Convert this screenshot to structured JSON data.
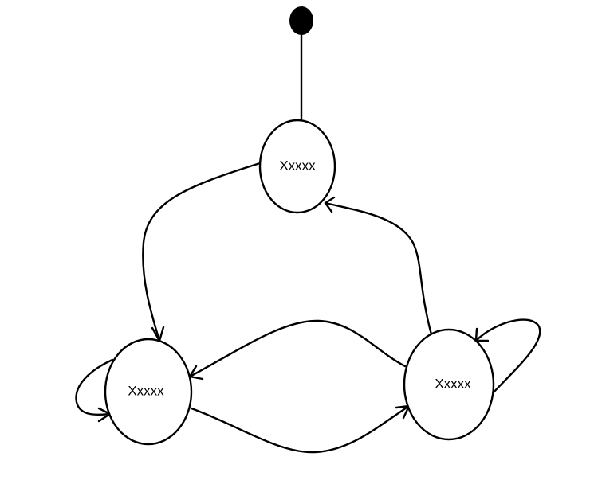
{
  "colors": {
    "stroke": "#000000",
    "background": "#ffffff",
    "start_fill": "#000000"
  },
  "diagram": {
    "kind": "state-machine",
    "start": {
      "label": ""
    },
    "states": [
      {
        "id": "top",
        "label": "Xxxxx"
      },
      {
        "id": "left",
        "label": "Xxxxx"
      },
      {
        "id": "right",
        "label": "Xxxxx"
      }
    ],
    "transitions": [
      {
        "from": "start",
        "to": "top",
        "arrow": false
      },
      {
        "from": "top",
        "to": "left",
        "arrow": true
      },
      {
        "from": "left",
        "to": "left",
        "arrow": true
      },
      {
        "from": "left",
        "to": "right",
        "arrow": true
      },
      {
        "from": "right",
        "to": "left",
        "arrow": true
      },
      {
        "from": "right",
        "to": "top",
        "arrow": true
      },
      {
        "from": "right",
        "to": "right",
        "arrow": true
      }
    ]
  }
}
